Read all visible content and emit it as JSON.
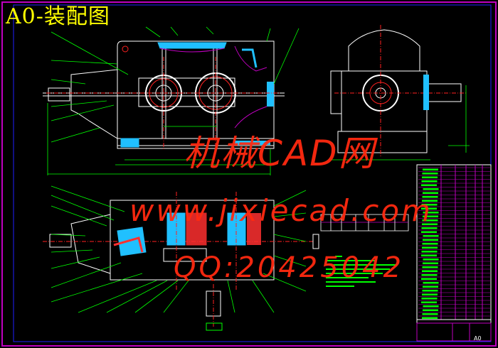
{
  "drawing": {
    "title": "A0-装配图",
    "sheet_size": "A0"
  },
  "watermark": {
    "line1": "机械CAD网",
    "line2": "www.jixiecad.com",
    "line3": "QQ:20425042"
  },
  "colors": {
    "background": "#000000",
    "outer_border": "#c000c0",
    "inner_border": "#2020ff",
    "outline": "#ffffff",
    "dimension": "#00ff00",
    "centerline": "#ff2020",
    "hatch": "#20c0ff",
    "title": "#ffff00",
    "watermark": "#ff2a10"
  }
}
